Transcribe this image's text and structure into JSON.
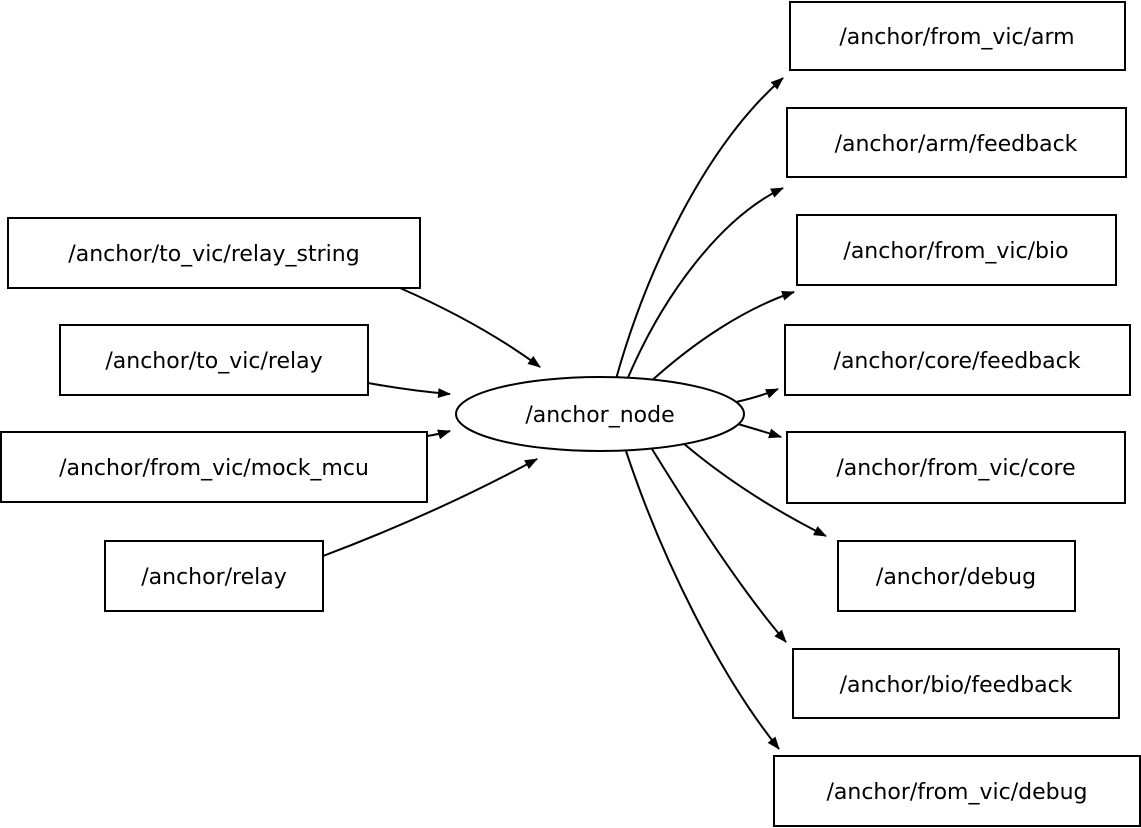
{
  "diagram": {
    "type": "node-topic-graph",
    "center_node": {
      "label": "/anchor_node",
      "shape": "ellipse"
    },
    "input_topics": [
      {
        "label": "/anchor/to_vic/relay_string"
      },
      {
        "label": "/anchor/to_vic/relay"
      },
      {
        "label": "/anchor/from_vic/mock_mcu"
      },
      {
        "label": "/anchor/relay"
      }
    ],
    "output_topics": [
      {
        "label": "/anchor/from_vic/arm"
      },
      {
        "label": "/anchor/arm/feedback"
      },
      {
        "label": "/anchor/from_vic/bio"
      },
      {
        "label": "/anchor/core/feedback"
      },
      {
        "label": "/anchor/from_vic/core"
      },
      {
        "label": "/anchor/debug"
      },
      {
        "label": "/anchor/bio/feedback"
      },
      {
        "label": "/anchor/from_vic/debug"
      }
    ],
    "edges": [
      {
        "from": "/anchor/to_vic/relay_string",
        "to": "/anchor_node"
      },
      {
        "from": "/anchor/to_vic/relay",
        "to": "/anchor_node"
      },
      {
        "from": "/anchor/from_vic/mock_mcu",
        "to": "/anchor_node"
      },
      {
        "from": "/anchor/relay",
        "to": "/anchor_node"
      },
      {
        "from": "/anchor_node",
        "to": "/anchor/from_vic/arm"
      },
      {
        "from": "/anchor_node",
        "to": "/anchor/arm/feedback"
      },
      {
        "from": "/anchor_node",
        "to": "/anchor/from_vic/bio"
      },
      {
        "from": "/anchor_node",
        "to": "/anchor/core/feedback"
      },
      {
        "from": "/anchor_node",
        "to": "/anchor/from_vic/core"
      },
      {
        "from": "/anchor_node",
        "to": "/anchor/debug"
      },
      {
        "from": "/anchor_node",
        "to": "/anchor/bio/feedback"
      },
      {
        "from": "/anchor_node",
        "to": "/anchor/from_vic/debug"
      }
    ]
  },
  "colors": {
    "background": "#ffffff",
    "node_fill": "#ffffff",
    "node_stroke": "#000000",
    "edge": "#000000",
    "text": "#000000"
  }
}
